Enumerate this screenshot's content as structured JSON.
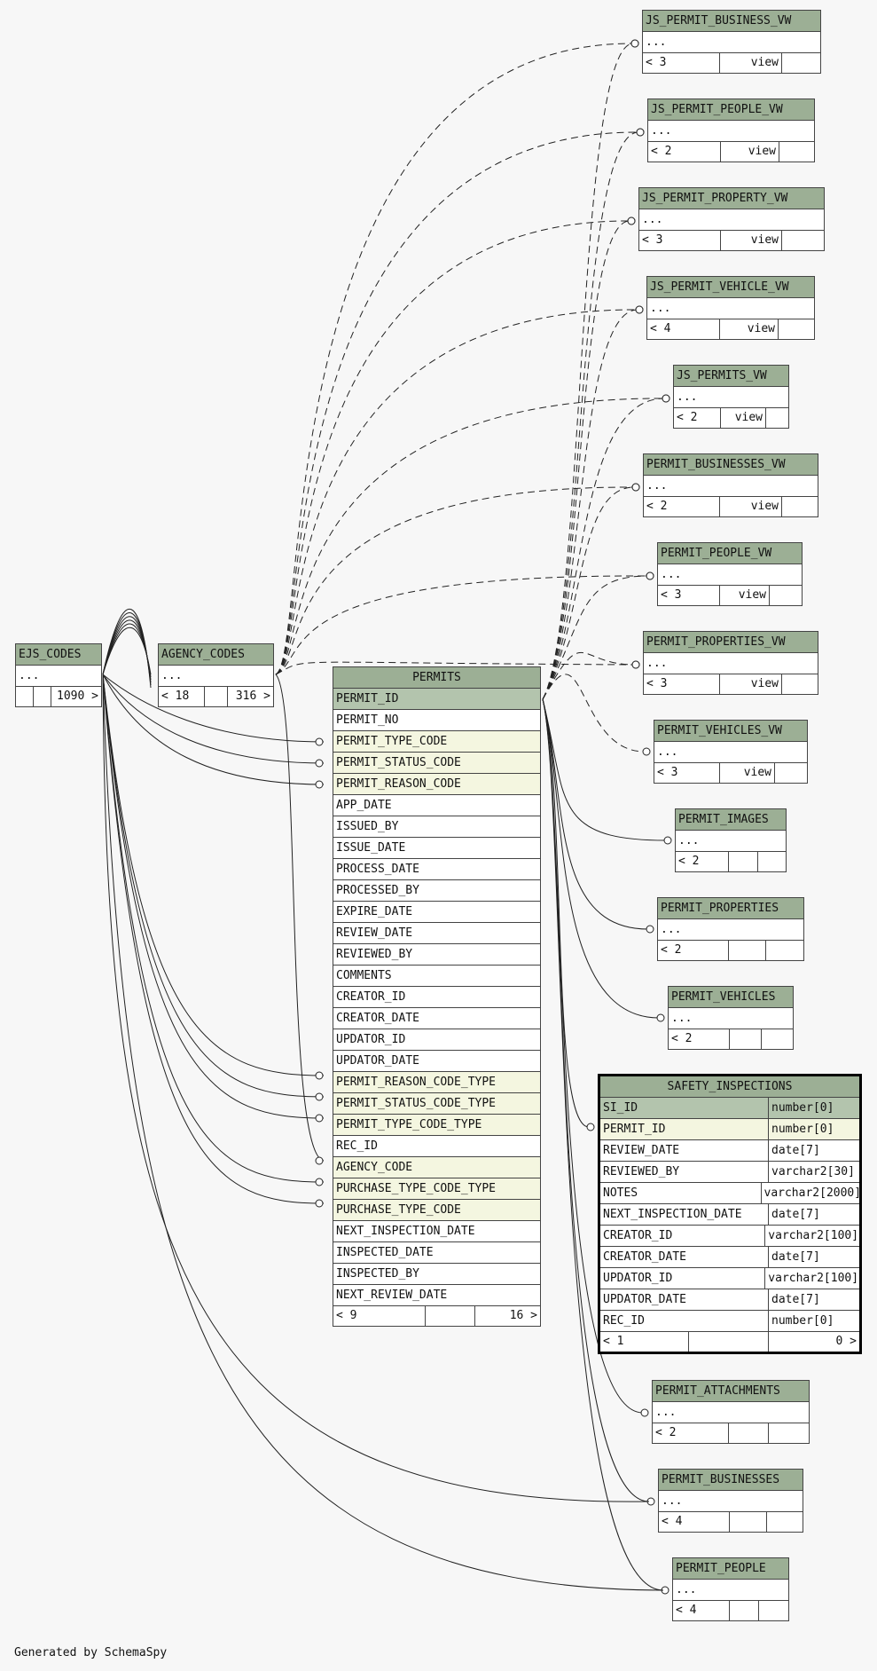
{
  "footer_text": "Generated by SchemaSpy",
  "ellipsis": "...",
  "views": [
    {
      "name": "JS_PERMIT_BUSINESS_VW",
      "parents": "< 3",
      "kind": "view"
    },
    {
      "name": "JS_PERMIT_PEOPLE_VW",
      "parents": "< 2",
      "kind": "view"
    },
    {
      "name": "JS_PERMIT_PROPERTY_VW",
      "parents": "< 3",
      "kind": "view"
    },
    {
      "name": "JS_PERMIT_VEHICLE_VW",
      "parents": "< 4",
      "kind": "view"
    },
    {
      "name": "JS_PERMITS_VW",
      "parents": "< 2",
      "kind": "view"
    },
    {
      "name": "PERMIT_BUSINESSES_VW",
      "parents": "< 2",
      "kind": "view"
    },
    {
      "name": "PERMIT_PEOPLE_VW",
      "parents": "< 3",
      "kind": "view"
    },
    {
      "name": "PERMIT_PROPERTIES_VW",
      "parents": "< 3",
      "kind": "view"
    },
    {
      "name": "PERMIT_VEHICLES_VW",
      "parents": "< 3",
      "kind": "view"
    }
  ],
  "child_tables": [
    {
      "name": "PERMIT_IMAGES",
      "parents": "< 2"
    },
    {
      "name": "PERMIT_PROPERTIES",
      "parents": "< 2"
    },
    {
      "name": "PERMIT_VEHICLES",
      "parents": "< 2"
    },
    {
      "name": "PERMIT_ATTACHMENTS",
      "parents": "< 2"
    },
    {
      "name": "PERMIT_BUSINESSES",
      "parents": "< 4"
    },
    {
      "name": "PERMIT_PEOPLE",
      "parents": "< 4"
    }
  ],
  "ejs_codes": {
    "name": "EJS_CODES",
    "children": "1090 >"
  },
  "agency_codes": {
    "name": "AGENCY_CODES",
    "parents": "< 18",
    "children": "316 >"
  },
  "permits": {
    "name": "PERMITS",
    "columns": [
      "PERMIT_ID",
      "PERMIT_NO",
      "PERMIT_TYPE_CODE",
      "PERMIT_STATUS_CODE",
      "PERMIT_REASON_CODE",
      "APP_DATE",
      "ISSUED_BY",
      "ISSUE_DATE",
      "PROCESS_DATE",
      "PROCESSED_BY",
      "EXPIRE_DATE",
      "REVIEW_DATE",
      "REVIEWED_BY",
      "COMMENTS",
      "CREATOR_ID",
      "CREATOR_DATE",
      "UPDATOR_ID",
      "UPDATOR_DATE",
      "PERMIT_REASON_CODE_TYPE",
      "PERMIT_STATUS_CODE_TYPE",
      "PERMIT_TYPE_CODE_TYPE",
      "REC_ID",
      "AGENCY_CODE",
      "PURCHASE_TYPE_CODE_TYPE",
      "PURCHASE_TYPE_CODE",
      "NEXT_INSPECTION_DATE",
      "INSPECTED_DATE",
      "INSPECTED_BY",
      "NEXT_REVIEW_DATE"
    ],
    "parents": "< 9",
    "children": "16 >"
  },
  "safety_inspections": {
    "name": "SAFETY_INSPECTIONS",
    "columns": [
      {
        "name": "SI_ID",
        "type": "number[0]"
      },
      {
        "name": "PERMIT_ID",
        "type": "number[0]"
      },
      {
        "name": "REVIEW_DATE",
        "type": "date[7]"
      },
      {
        "name": "REVIEWED_BY",
        "type": "varchar2[30]"
      },
      {
        "name": "NOTES",
        "type": "varchar2[2000]"
      },
      {
        "name": "NEXT_INSPECTION_DATE",
        "type": "date[7]"
      },
      {
        "name": "CREATOR_ID",
        "type": "varchar2[100]"
      },
      {
        "name": "CREATOR_DATE",
        "type": "date[7]"
      },
      {
        "name": "UPDATOR_ID",
        "type": "varchar2[100]"
      },
      {
        "name": "UPDATOR_DATE",
        "type": "date[7]"
      },
      {
        "name": "REC_ID",
        "type": "number[0]"
      }
    ],
    "parents": "< 1",
    "children": "0 >"
  }
}
